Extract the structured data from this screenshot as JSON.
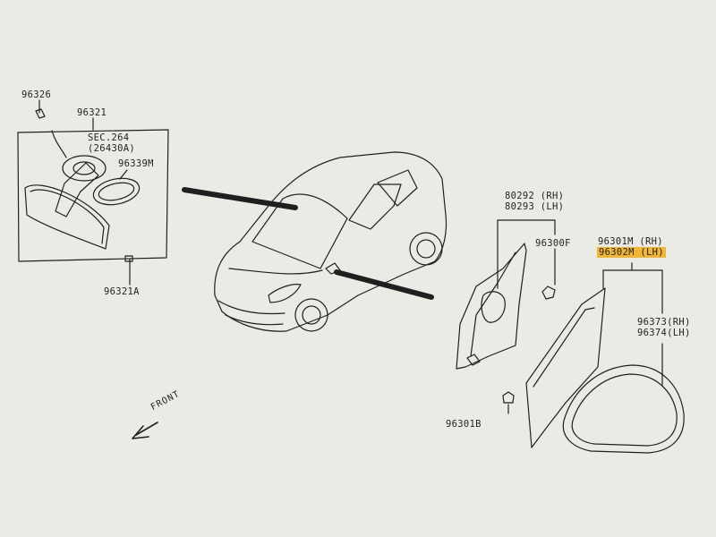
{
  "labels": {
    "p96326": "96326",
    "p96321": "96321",
    "sec_ref": "SEC.264",
    "sec_sub": "(26430A)",
    "p96339m": "96339M",
    "p96321a": "96321A",
    "p80292": "80292 (RH)",
    "p80293": "80293 (LH)",
    "p96300f": "96300F",
    "p96301m": "96301M (RH)",
    "p96302m": "96302M (LH)",
    "p96373": "96373(RH)",
    "p96374": "96374(LH)",
    "p96301b": "96301B",
    "front": "FRONT"
  },
  "highlight_color": "#f2b632",
  "line_color": "#1f1f1f",
  "paper_color": "#ebebe6"
}
